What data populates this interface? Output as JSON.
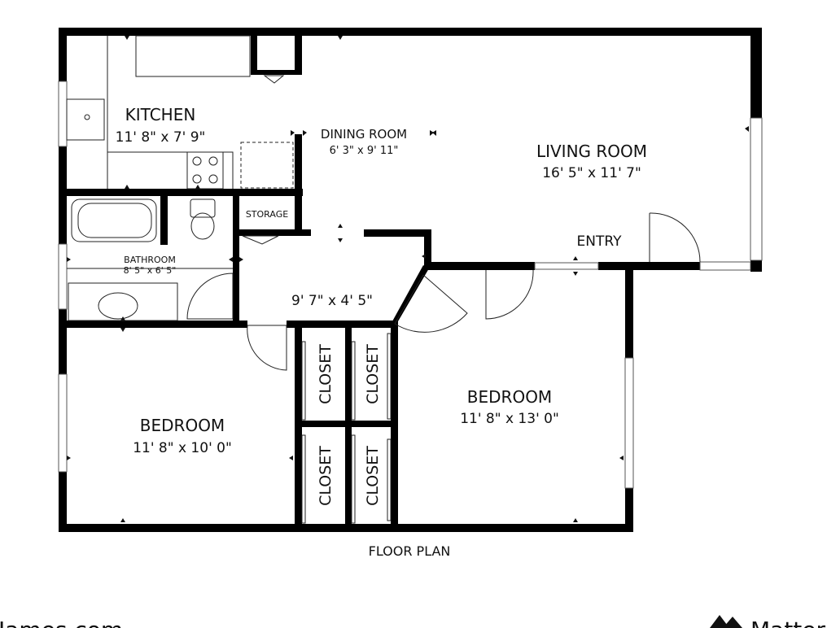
{
  "rooms": {
    "kitchen": {
      "name": "KITCHEN",
      "dim": "11' 8\" x 7' 9\""
    },
    "dining": {
      "name": "DINING ROOM",
      "dim": "6' 3\" x 9' 11\""
    },
    "living": {
      "name": "LIVING ROOM",
      "dim": "16' 5\" x 11' 7\""
    },
    "storage": {
      "name": "STORAGE"
    },
    "entry": {
      "name": "ENTRY"
    },
    "bathroom": {
      "name": "BATHROOM",
      "dim": "8' 5\" x 6' 5\""
    },
    "hall": {
      "dim": "9' 7\" x 4' 5\""
    },
    "bedroom_left": {
      "name": "BEDROOM",
      "dim": "11' 8\" x 10' 0\""
    },
    "bedroom_right": {
      "name": "BEDROOM",
      "dim": "11' 8\" x 13' 0\""
    },
    "closets": [
      "CLOSET",
      "CLOSET",
      "CLOSET",
      "CLOSET"
    ]
  },
  "caption": "FLOOR PLAN",
  "footer": {
    "left_text": "James.com",
    "right_text": "Matterport"
  }
}
